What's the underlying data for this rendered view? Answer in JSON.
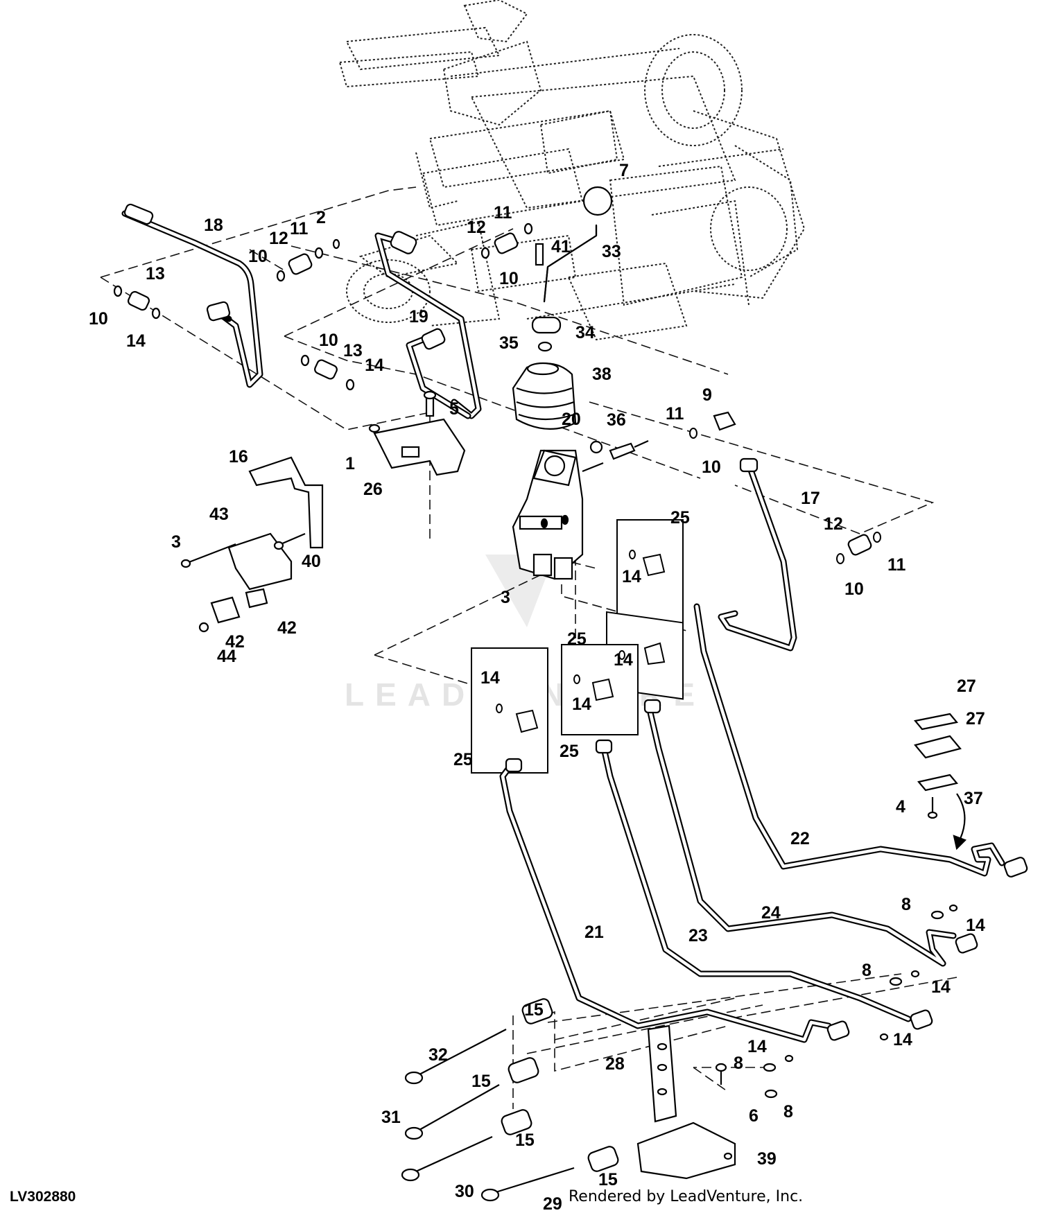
{
  "diagram_id": "LV302880",
  "credit": "Rendered by LeadVenture, Inc.",
  "watermark": "LEADVENTURE",
  "callouts": [
    {
      "id": "c7",
      "text": "7"
    },
    {
      "id": "c18",
      "text": "18"
    },
    {
      "id": "c2",
      "text": "2"
    },
    {
      "id": "c11a",
      "text": "11"
    },
    {
      "id": "c12a",
      "text": "12"
    },
    {
      "id": "c10a",
      "text": "10"
    },
    {
      "id": "c13a",
      "text": "13"
    },
    {
      "id": "c10b",
      "text": "10"
    },
    {
      "id": "c14a",
      "text": "14"
    },
    {
      "id": "c11b",
      "text": "11"
    },
    {
      "id": "c12b",
      "text": "12"
    },
    {
      "id": "c41",
      "text": "41"
    },
    {
      "id": "c33",
      "text": "33"
    },
    {
      "id": "c10c",
      "text": "10"
    },
    {
      "id": "c19",
      "text": "19"
    },
    {
      "id": "c35",
      "text": "35"
    },
    {
      "id": "c34",
      "text": "34"
    },
    {
      "id": "c10d",
      "text": "10"
    },
    {
      "id": "c13b",
      "text": "13"
    },
    {
      "id": "c14b",
      "text": "14"
    },
    {
      "id": "c38",
      "text": "38"
    },
    {
      "id": "c5",
      "text": "5"
    },
    {
      "id": "c9",
      "text": "9"
    },
    {
      "id": "c11c",
      "text": "11"
    },
    {
      "id": "c20",
      "text": "20"
    },
    {
      "id": "c36",
      "text": "36"
    },
    {
      "id": "c10e",
      "text": "10"
    },
    {
      "id": "c16",
      "text": "16"
    },
    {
      "id": "c1",
      "text": "1"
    },
    {
      "id": "c26",
      "text": "26"
    },
    {
      "id": "c17",
      "text": "17"
    },
    {
      "id": "c43",
      "text": "43"
    },
    {
      "id": "c25a",
      "text": "25"
    },
    {
      "id": "c12c",
      "text": "12"
    },
    {
      "id": "c11d",
      "text": "11"
    },
    {
      "id": "c10f",
      "text": "10"
    },
    {
      "id": "c3a",
      "text": "3"
    },
    {
      "id": "c40",
      "text": "40"
    },
    {
      "id": "c14c",
      "text": "14"
    },
    {
      "id": "c3b",
      "text": "3"
    },
    {
      "id": "c42a",
      "text": "42"
    },
    {
      "id": "c42b",
      "text": "42"
    },
    {
      "id": "c44",
      "text": "44"
    },
    {
      "id": "c25b",
      "text": "25"
    },
    {
      "id": "c14d",
      "text": "14"
    },
    {
      "id": "c14e",
      "text": "14"
    },
    {
      "id": "c14f",
      "text": "14"
    },
    {
      "id": "c25c",
      "text": "25"
    },
    {
      "id": "c25d",
      "text": "25"
    },
    {
      "id": "c27a",
      "text": "27"
    },
    {
      "id": "c27b",
      "text": "27"
    },
    {
      "id": "c37",
      "text": "37"
    },
    {
      "id": "c4",
      "text": "4"
    },
    {
      "id": "c22",
      "text": "22"
    },
    {
      "id": "c8a",
      "text": "8"
    },
    {
      "id": "c14g",
      "text": "14"
    },
    {
      "id": "c24",
      "text": "24"
    },
    {
      "id": "c21",
      "text": "21"
    },
    {
      "id": "c23",
      "text": "23"
    },
    {
      "id": "c8b",
      "text": "8"
    },
    {
      "id": "c14h",
      "text": "14"
    },
    {
      "id": "c15a",
      "text": "15"
    },
    {
      "id": "c14i",
      "text": "14"
    },
    {
      "id": "c32",
      "text": "32"
    },
    {
      "id": "c28",
      "text": "28"
    },
    {
      "id": "c14j",
      "text": "14"
    },
    {
      "id": "c8c",
      "text": "8"
    },
    {
      "id": "c15b",
      "text": "15"
    },
    {
      "id": "c6",
      "text": "6"
    },
    {
      "id": "c8d",
      "text": "8"
    },
    {
      "id": "c31",
      "text": "31"
    },
    {
      "id": "c15c",
      "text": "15"
    },
    {
      "id": "c39",
      "text": "39"
    },
    {
      "id": "c15d",
      "text": "15"
    },
    {
      "id": "c30",
      "text": "30"
    },
    {
      "id": "c29",
      "text": "29"
    }
  ]
}
